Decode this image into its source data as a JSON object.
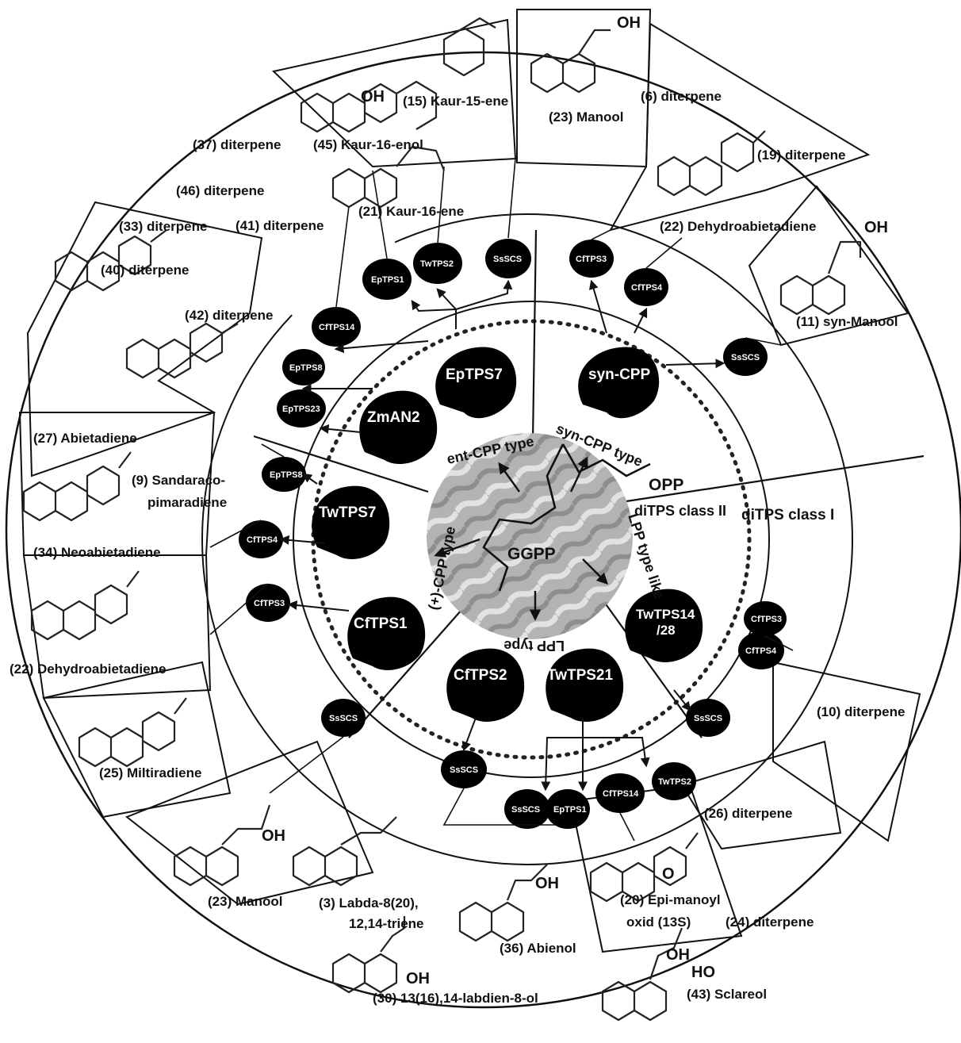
{
  "center": {
    "substrate": "GGPP",
    "group": "OPP"
  },
  "class_labels": {
    "class_ii": "diTPS class II",
    "class_i": "diTPS class I"
  },
  "cpp_types": {
    "ent": "ent-CPP type",
    "syn": "syn-CPP type",
    "lpp_like": "LPP type like",
    "lpp": "LPP type",
    "plus": "(+)-CPP type"
  },
  "class_ii_enzymes": {
    "eptps7": "EpTPS7",
    "zman2": "ZmAN2",
    "syncpp": "syn-CPP",
    "twtps7": "TwTPS7",
    "cftps1": "CfTPS1",
    "cftps2": "CfTPS2",
    "twtps21": "TwTPS21",
    "twtps14": "TwTPS14",
    "twtps14b": "/28"
  },
  "class_i_enzymes": {
    "ent_cftps14": "CfTPS14",
    "ent_eptps1": "EpTPS1",
    "ent_twtps2": "TwTPS2",
    "ent_sscs": "SsSCS",
    "ent_eptps8": "EpTPS8",
    "ent_eptps23": "EpTPS23",
    "syn_cftps3": "CfTPS3",
    "syn_cftps4": "CfTPS4",
    "syn_sscs": "SsSCS",
    "plus_eptps8": "EpTPS8",
    "plus_cftps4": "CfTPS4",
    "plus_cftps3": "CfTPS3",
    "plus_sscs": "SsSCS",
    "lpp_sscs_a": "SsSCS",
    "lpp_sscs_b": "SsSCS",
    "lpp_eptps1": "EpTPS1",
    "lpp_cftps14": "CfTPS14",
    "lpp_twtps2": "TwTPS2",
    "lpplike_cftps3": "CfTPS3",
    "lpplike_cftps4": "CfTPS4",
    "lpplike_sscs": "SsSCS"
  },
  "products": {
    "p15": "(15) Kaur-15-ene",
    "p45": "(45) Kaur-16-enol",
    "p23a": "(23) Manool",
    "p6": "(6) diterpene",
    "p37": "(37) diterpene",
    "p19": "(19) diterpene",
    "p46": "(46) diterpene",
    "p21": "(21) Kaur-16-ene",
    "p33": "(33) diterpene",
    "p41": "(41) diterpene",
    "p22a": "(22) Dehydroabietadiene",
    "p40": "(40) diterpene",
    "p42": "(42) diterpene",
    "p11": "(11) syn-Manool",
    "p27": "(27) Abietadiene",
    "p9a": "(9) Sandaraco-",
    "p9b": "pimaradiene",
    "p34": "(34) Neoabietadiene",
    "p22b": "(22) Dehydroabietadiene",
    "p10": "(10) diterpene",
    "p25": "(25) Miltiradiene",
    "p26": "(26) diterpene",
    "p23b": "(23) Manool",
    "p3a": "(3) Labda-8(20),",
    "p3b": "12,14-triene",
    "p20a": "(20) Epi-manoyl",
    "p20b": "oxid (13S)",
    "p24": "(24) diterpene",
    "p36": "(36) Abienol",
    "p30": "(30) 13(16),14-labdien-8-ol",
    "p43": "(43) Sclareol"
  },
  "hydroxyl": {
    "oh1": "OH",
    "oh2": "OH",
    "oh3": "OH",
    "oh4": "OH",
    "oh5": "OH",
    "oh6": "OH",
    "oh7": "OH",
    "ho1": "HO",
    "o1": "O"
  }
}
